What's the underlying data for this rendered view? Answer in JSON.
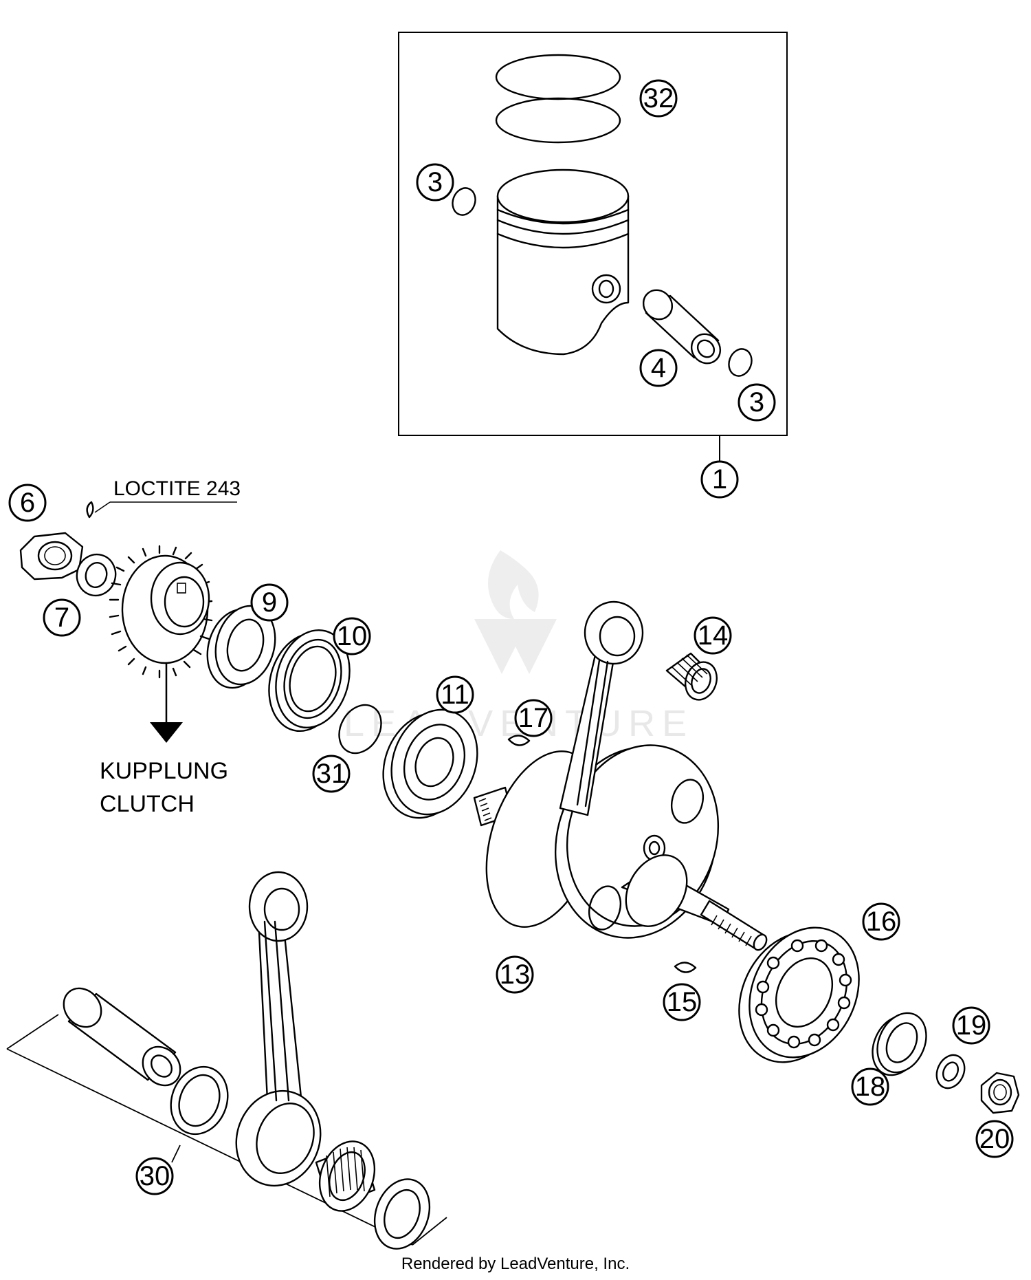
{
  "labels": {
    "loctite": "LOCTITE 243",
    "kupplung": "KUPPLUNG",
    "clutch": "CLUTCH",
    "watermark": "LEADVENTURE"
  },
  "callouts": [
    "1",
    "3",
    "3",
    "4",
    "6",
    "7",
    "9",
    "10",
    "11",
    "13",
    "14",
    "15",
    "16",
    "17",
    "18",
    "19",
    "20",
    "30",
    "31",
    "32"
  ],
  "footer": "Rendered by LeadVenture, Inc."
}
